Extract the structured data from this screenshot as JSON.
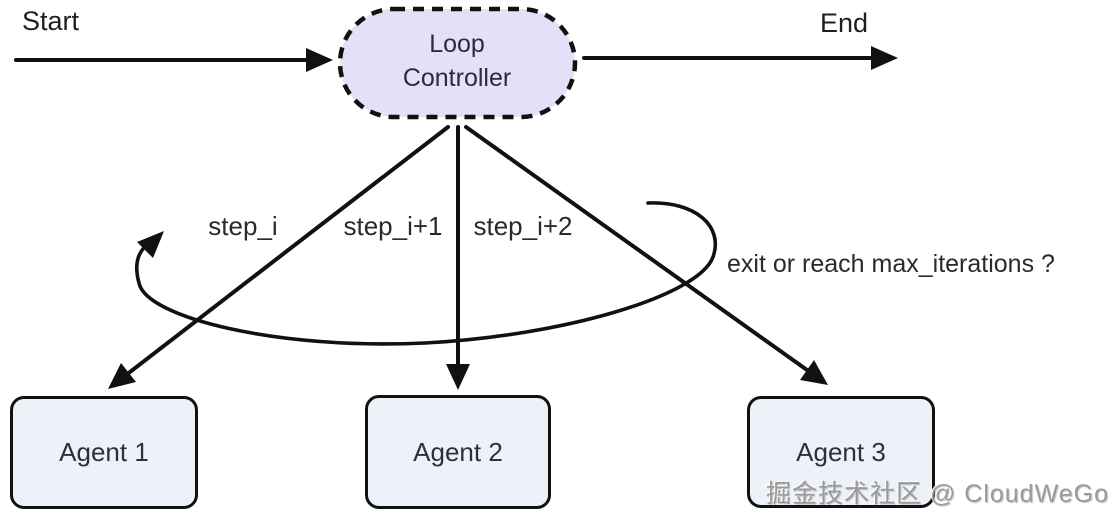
{
  "diagram": {
    "start_label": "Start",
    "end_label": "End",
    "controller": {
      "label": "Loop Controller"
    },
    "edge_labels": [
      "step_i",
      "step_i+1",
      "step_i+2"
    ],
    "loop_annotation": "exit or reach max_iterations ?",
    "agents": [
      {
        "label": "Agent 1"
      },
      {
        "label": "Agent 2"
      },
      {
        "label": "Agent 3"
      }
    ],
    "watermark": "掘金技术社区 @ CloudWeGo",
    "colors": {
      "stroke": "#111111",
      "text": "#1f1f1f",
      "controller_fill": "#e5e0f7",
      "agent_fill": "#edf1f8",
      "watermark": "#9a9a9a"
    }
  }
}
